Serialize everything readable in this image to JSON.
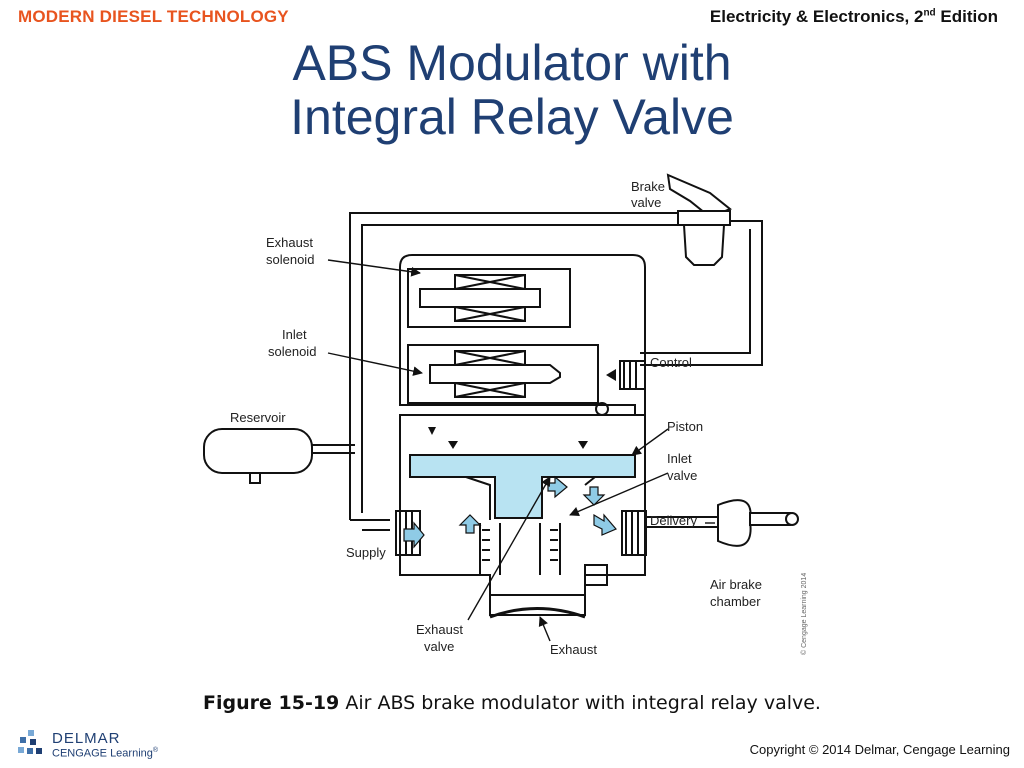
{
  "header": {
    "brand": "MODERN DIESEL TECHNOLOGY",
    "brand_color": "#e8541f",
    "edition_main": "Electricity & Electronics, 2",
    "edition_sup": "nd",
    "edition_tail": " Edition"
  },
  "title": {
    "line1": "ABS Modulator with",
    "line2": "Integral Relay Valve"
  },
  "diagram": {
    "labels": {
      "brake_valve_1": "Brake",
      "brake_valve_2": "valve",
      "exhaust_solenoid_1": "Exhaust",
      "exhaust_solenoid_2": "solenoid",
      "inlet_solenoid_1": "Inlet",
      "inlet_solenoid_2": "solenoid",
      "control": "Control",
      "reservoir": "Reservoir",
      "piston": "Piston",
      "inlet_valve_1": "Inlet",
      "inlet_valve_2": "valve",
      "delivery": "Delivery",
      "supply": "Supply",
      "air_brake_chamber_1": "Air brake",
      "air_brake_chamber_2": "chamber",
      "exhaust_valve_1": "Exhaust",
      "exhaust_valve_2": "valve",
      "exhaust": "Exhaust",
      "image_credit": "© Cengage Learning 2014"
    },
    "piston_color": "#b8e3f2",
    "flow_arrow_color": "#8fcbe6"
  },
  "caption": {
    "figure": "Figure 15-19",
    "text": " Air ABS brake modulator with integral relay valve."
  },
  "logo": {
    "name": "DELMAR",
    "sub": "CENGAGE Learning",
    "trademark": "®",
    "color": "#1f3f73"
  },
  "footer": {
    "copyright": "Copyright © 2014 Delmar, Cengage Learning"
  }
}
